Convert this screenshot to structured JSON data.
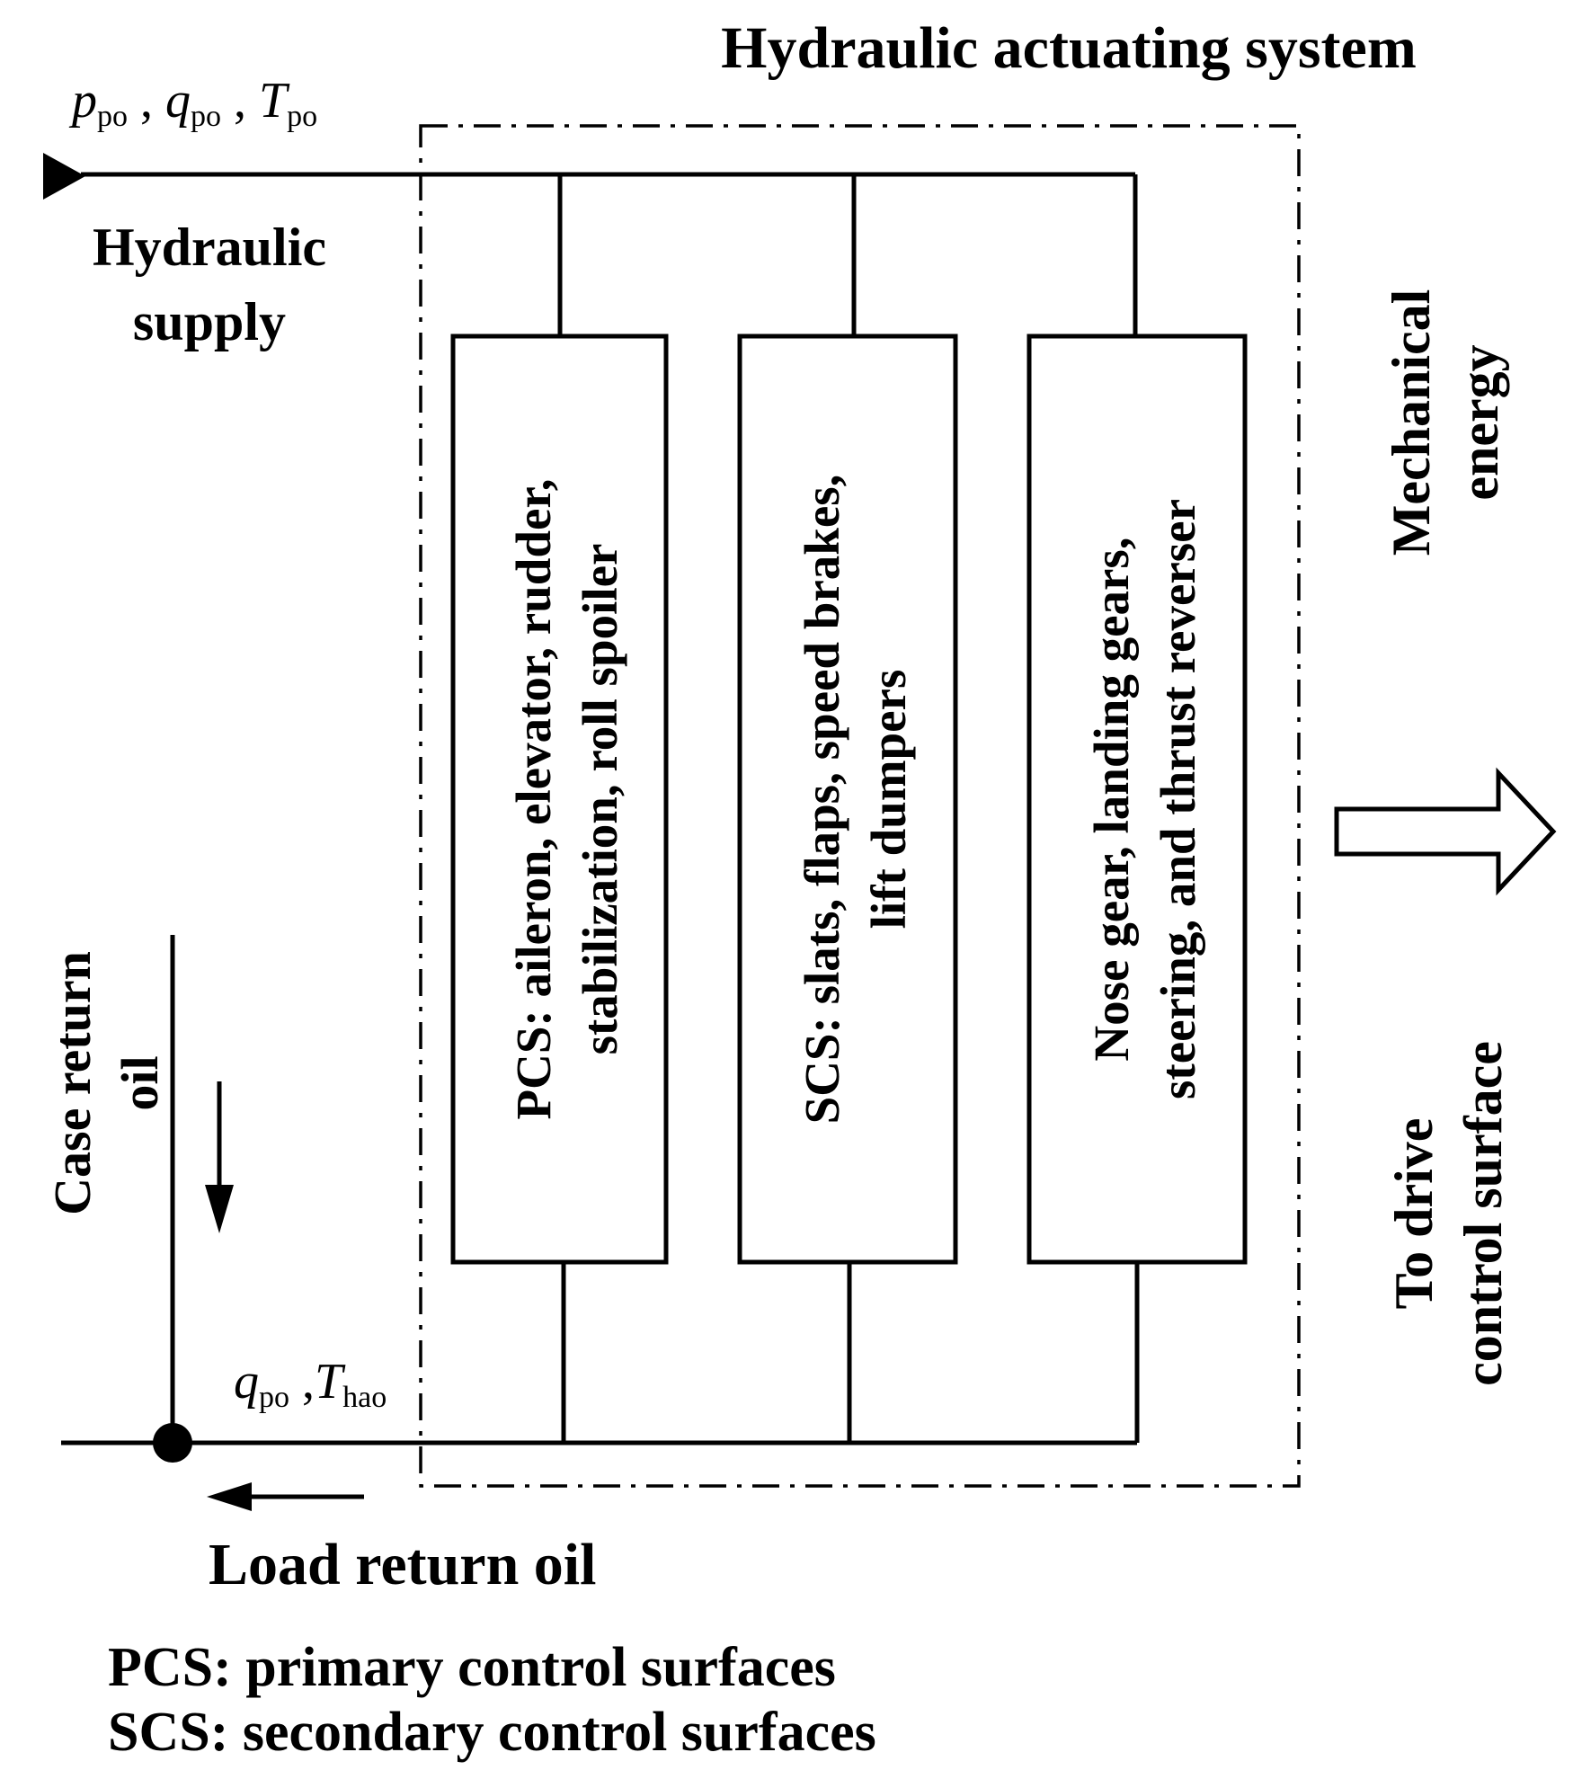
{
  "title": "Hydraulic actuating system",
  "supply": {
    "label_line1": "Hydraulic",
    "label_line2": "supply",
    "params": [
      {
        "sym": "p",
        "sub": "po",
        "sep": " ,  "
      },
      {
        "sym": "q",
        "sub": "po",
        "sep": " ,  "
      },
      {
        "sym": "T",
        "sub": "po",
        "sep": ""
      }
    ]
  },
  "blocks": [
    {
      "line1": "PCS: aileron, elevator, rudder,",
      "line2": "stabilization, roll spoiler"
    },
    {
      "line1": "SCS: slats, flaps, speed brakes,",
      "line2": "lift dumpers"
    },
    {
      "line1": "Nose gear, landing gears,",
      "line2": "steering, and thrust reverser"
    }
  ],
  "mechanical": {
    "line1": "Mechanical",
    "line2": "energy"
  },
  "drive": {
    "line1": "To drive",
    "line2": "control surface"
  },
  "case_return": {
    "line1": "Case return",
    "line2": "oil"
  },
  "return_params": [
    {
      "sym": "q",
      "sub": "po",
      "sep": " ,"
    },
    {
      "sym": "T",
      "sub": "hao",
      "sep": ""
    }
  ],
  "load_return": "Load return oil",
  "legend": [
    "PCS: primary control surfaces",
    "SCS: secondary control surfaces"
  ]
}
